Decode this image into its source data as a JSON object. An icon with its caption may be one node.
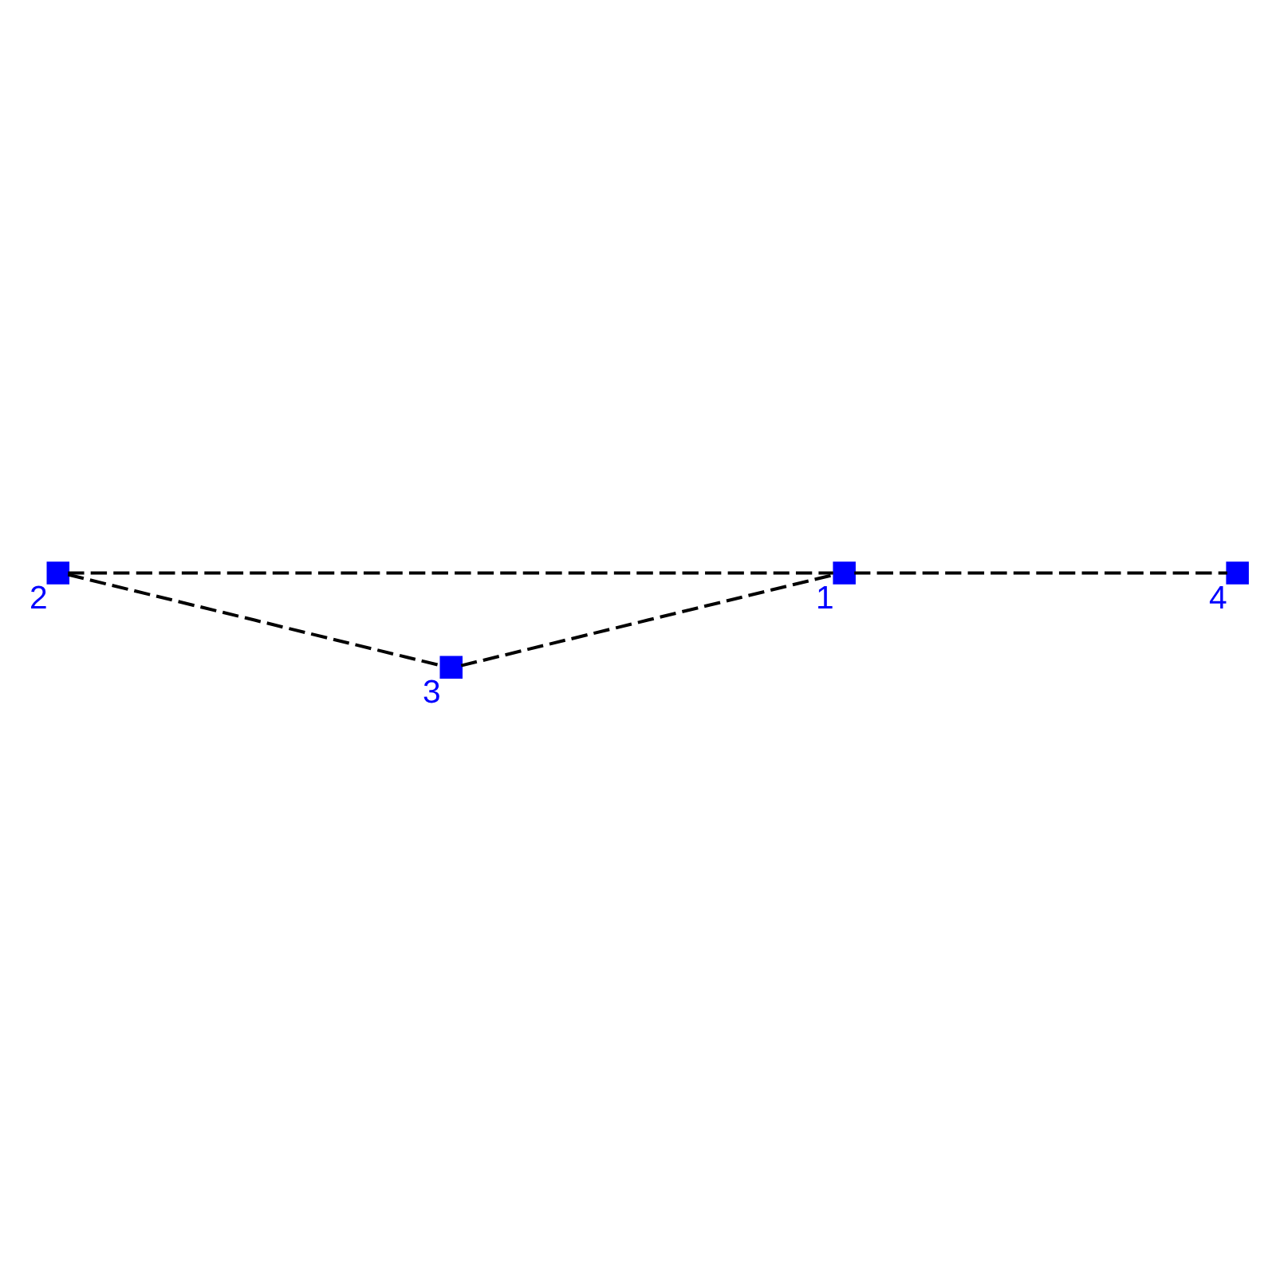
{
  "diagram": {
    "nodes": [
      {
        "text": [],
        "shape": "box",
        "beside": [
          "1"
        ]
      },
      {
        "text": [],
        "shape": "box",
        "beside": [
          "2"
        ]
      },
      {
        "text": [],
        "shape": "box",
        "beside": [
          "3"
        ]
      },
      {
        "text": [],
        "shape": "box",
        "beside": [
          "4"
        ]
      }
    ],
    "edges": [
      {
        "from": 1,
        "to": 2,
        "arrow": "none",
        "style": "dashed"
      },
      {
        "from": 2,
        "to": 0,
        "arrow": "none",
        "style": "dashed"
      },
      {
        "from": 1,
        "to": 0,
        "arrow": "none",
        "style": "dashed"
      },
      {
        "from": 0,
        "to": 3,
        "arrow": "none",
        "style": "dashed"
      }
    ]
  }
}
